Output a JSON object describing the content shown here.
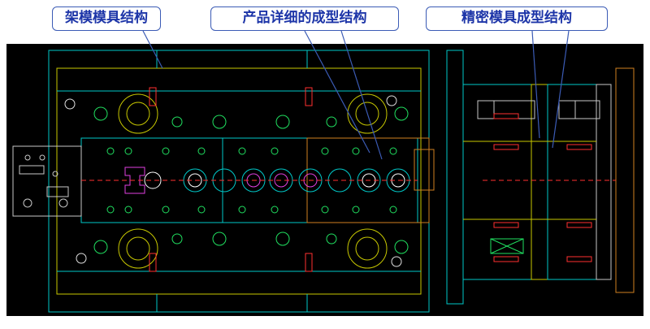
{
  "callouts": {
    "frame_structure": "架模模具结构",
    "product_detail_structure": "产品详细的成型结构",
    "precision_mold_structure": "精密模具成型结构"
  },
  "colors": {
    "background": "#000000",
    "outline": "#00c8c8",
    "callout_border": "#3b5bb5",
    "callout_text": "#1d35a8"
  }
}
